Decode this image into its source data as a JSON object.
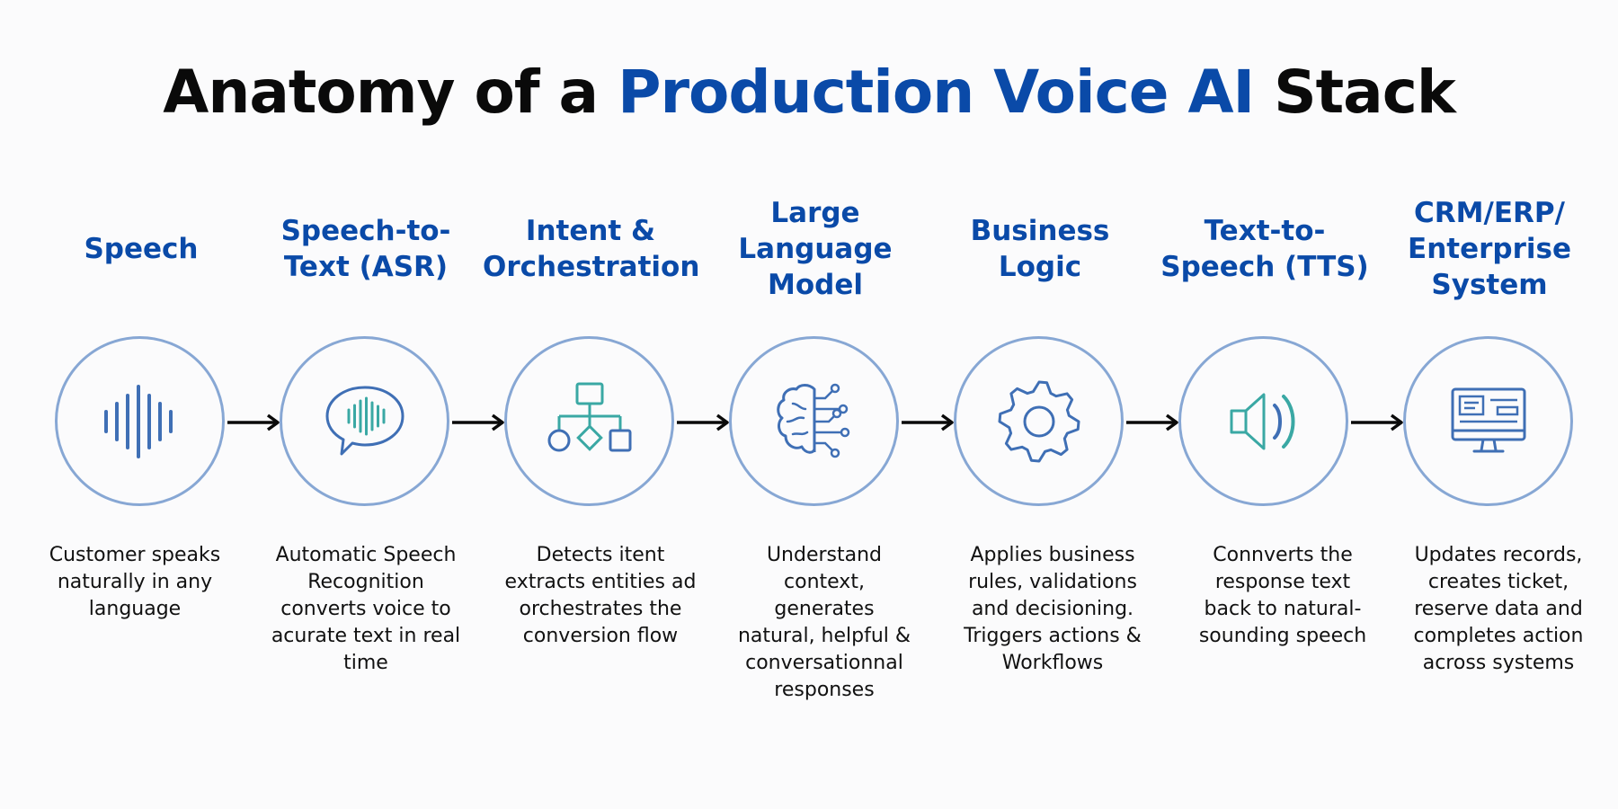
{
  "title": {
    "prefix": "Anatomy of a",
    "accent": "Production Voice AI",
    "suffix": "Stack"
  },
  "colors": {
    "accent": "#0a4aa8",
    "circle_border": "#87a7d4",
    "icon_blue": "#3f6fb5",
    "icon_teal": "#3aa8a4"
  },
  "steps": [
    {
      "title_lines": [
        "Speech"
      ],
      "icon": "sound-wave-icon",
      "desc_lines": [
        "Customer speaks",
        "naturally in any",
        "language"
      ]
    },
    {
      "title_lines": [
        "Speech-to-",
        "Text (ASR)"
      ],
      "icon": "speech-bubble-wave-icon",
      "desc_lines": [
        "Automatic Speech",
        "Recognition",
        "converts voice to",
        "acurate text in real",
        "time"
      ]
    },
    {
      "title_lines": [
        "Intent &",
        "Orchestration"
      ],
      "icon": "flowchart-icon",
      "desc_lines": [
        "Detects itent",
        "extracts entities ad",
        "orchestrates the",
        "conversion flow"
      ]
    },
    {
      "title_lines": [
        "Large",
        "Language",
        "Model"
      ],
      "icon": "brain-circuit-icon",
      "desc_lines": [
        "Understand",
        "context,",
        "generates",
        "natural, helpful &",
        "conversationnal",
        "responses"
      ]
    },
    {
      "title_lines": [
        "Business",
        "Logic"
      ],
      "icon": "gear-icon",
      "desc_lines": [
        "Applies business",
        "rules, validations",
        "and decisioning.",
        "Triggers actions &",
        "Workflows"
      ]
    },
    {
      "title_lines": [
        "Text-to-",
        "Speech (TTS)"
      ],
      "icon": "speaker-icon",
      "desc_lines": [
        "Connverts the",
        "response text",
        "back to natural-",
        "sounding speech"
      ]
    },
    {
      "title_lines": [
        "CRM/ERP/",
        "Enterprise",
        "System"
      ],
      "icon": "monitor-icon",
      "desc_lines": [
        "Updates records,",
        "creates ticket,",
        "reserve data and",
        "completes action",
        "across systems"
      ]
    }
  ]
}
